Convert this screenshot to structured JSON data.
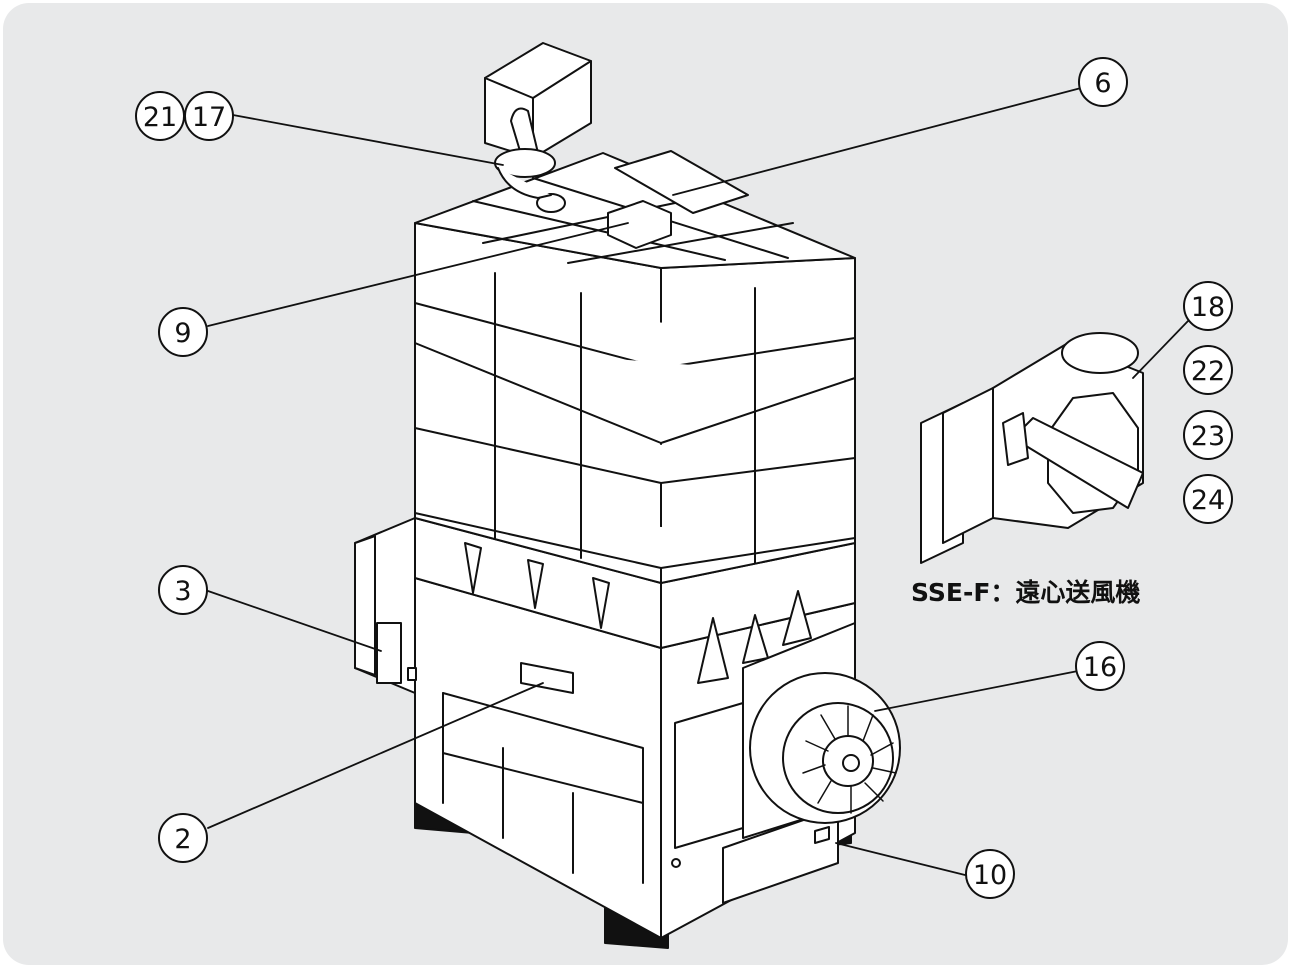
{
  "background_color": "#e8e9ea",
  "line_color": "#111111",
  "callouts": {
    "c21": "21",
    "c17": "17",
    "c6": "6",
    "c9": "9",
    "c18": "18",
    "c22": "22",
    "c23": "23",
    "c24": "24",
    "c3": "3",
    "c16": "16",
    "c2": "2",
    "c10": "10"
  },
  "inset": {
    "caption": "SSE-F：遠心送風機"
  }
}
